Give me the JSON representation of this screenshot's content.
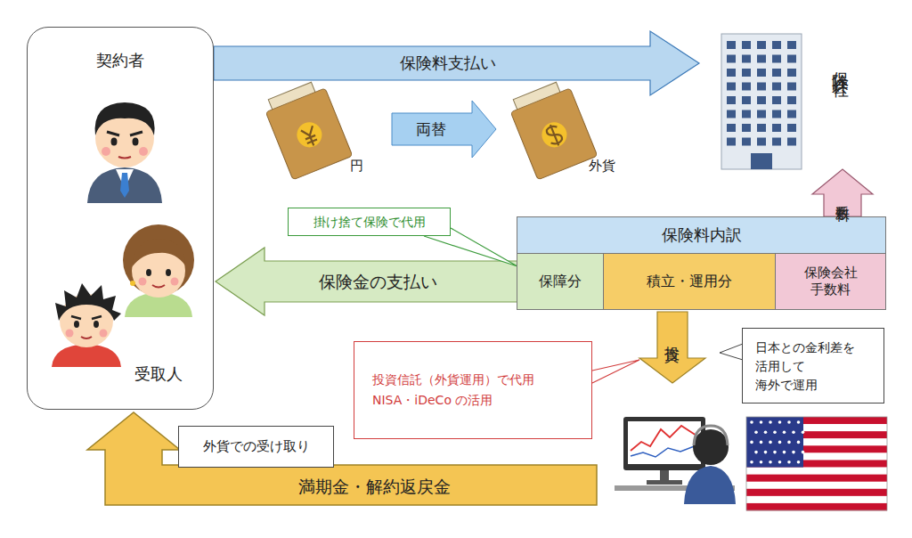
{
  "diagram": {
    "nodes": [
      {
        "text": [
          "契約者",
          "受取人"
        ]
      },
      {
        "text": [
          "保険会社"
        ]
      },
      {
        "text": [
          "掛け捨て保険で代用"
        ]
      },
      {
        "text": [
          "保険料内訳"
        ]
      },
      {
        "text": [
          "保障分"
        ],
        "in": 3
      },
      {
        "text": [
          "積立・運用分"
        ],
        "in": 3
      },
      {
        "text": [
          "保険会社 手数料"
        ],
        "in": 3
      },
      {
        "text": [
          "投資信託（外貨運用）で代用",
          "NISA・iDeCo の活用"
        ]
      },
      {
        "text": [
          "日本との金利差を 活用して 海外で運用"
        ]
      },
      {
        "text": [
          "外貨での受け取り"
        ]
      }
    ],
    "edges": [
      {
        "from": 0,
        "to": 1,
        "label": "保険料支払い",
        "arrow": "to"
      },
      {
        "from": 3,
        "to": 1,
        "label": "手数料",
        "arrow": "to"
      },
      {
        "from": 4,
        "to": 0,
        "label": "保険金の支払い",
        "arrow": "to"
      },
      {
        "from": 2,
        "to": 4,
        "arrow": "none"
      }
    ],
    "labels": [
      "円",
      "両替",
      "外貨",
      "投資",
      "満期金・解約返戻金"
    ]
  }
}
